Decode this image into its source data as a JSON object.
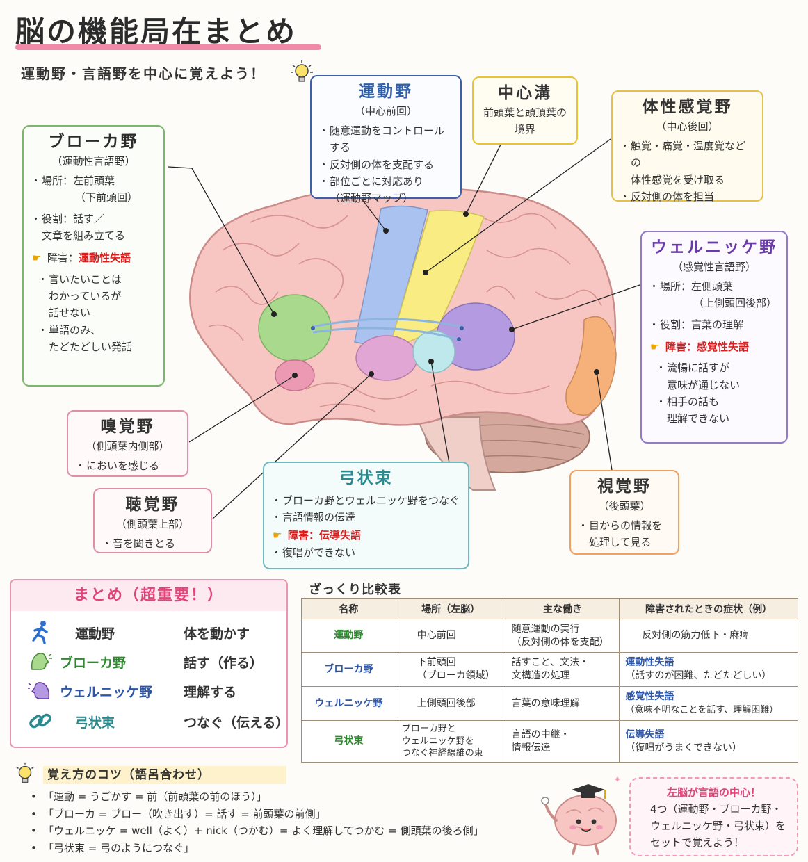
{
  "title": "脳の機能局在まとめ",
  "subtitle": "運動野・言語野を中心に覚えよう！",
  "boxes": {
    "broca": {
      "heading": "ブローカ野",
      "sub": "（運動性言語野）",
      "place_1": "場所：左前頭葉",
      "place_2": "（下前頭回）",
      "role_1": "役割：話す／",
      "role_2": "文章を組み立てる",
      "disorder_label": "障害：",
      "disorder_name": "運動性失語",
      "s1_1": "言いたいことは",
      "s1_2": "わかっているが",
      "s1_3": "話せない",
      "s2_1": "単語のみ、",
      "s2_2": "たどたどしい発話"
    },
    "motor": {
      "heading": "運動野",
      "sub": "（中心前回）",
      "items": [
        "随意運動をコントロールする",
        "反対側の体を支配する",
        "部位ごとに対応あり"
      ],
      "item_extra": "（運動野マップ）"
    },
    "central": {
      "heading": "中心溝",
      "line1": "前頭葉と頭頂葉の",
      "line2": "境界"
    },
    "soma": {
      "heading": "体性感覚野",
      "sub": "（中心後回）",
      "i1_1": "触覚・痛覚・温度覚などの",
      "i1_2": "体性感覚を受け取る",
      "i2": "反対側の体を担当"
    },
    "wernicke": {
      "heading": "ウェルニッケ野",
      "sub": "（感覚性言語野）",
      "place_1": "場所：左側頭葉",
      "place_2": "（上側頭回後部）",
      "role": "役割：言葉の理解",
      "disorder_label": "障害：",
      "disorder_name": "感覚性失語",
      "s1_1": "流暢に話すが",
      "s1_2": "意味が通じない",
      "s2_1": "相手の話も",
      "s2_2": "理解できない"
    },
    "olfactory": {
      "heading": "嗅覚野",
      "sub": "（側頭葉内側部）",
      "item": "においを感じる"
    },
    "auditory": {
      "heading": "聴覚野",
      "sub": "（側頭葉上部）",
      "item": "音を聞きとる"
    },
    "arcuate": {
      "heading": "弓状束",
      "items": [
        "ブローカ野とウェルニッケ野をつなぐ",
        "言語情報の伝達"
      ],
      "disorder_label": "障害：",
      "disorder_name": "伝導失語",
      "extra": "復唱ができない"
    },
    "visual": {
      "heading": "視覚野",
      "sub": "（後頭葉）",
      "item_1": "目からの情報を",
      "item_2": "処理して見る"
    }
  },
  "summary": {
    "heading": "まとめ（超重要！）",
    "rows": [
      {
        "name": "運動野",
        "desc": "体を動かす",
        "icon": "running-person-icon",
        "color": "#333333"
      },
      {
        "name": "ブローカ野",
        "desc": "話す（作る）",
        "icon": "speaking-head-icon",
        "color": "#2f8a2f"
      },
      {
        "name": "ウェルニッケ野",
        "desc": "理解する",
        "icon": "listening-head-icon",
        "color": "#2d55a8"
      },
      {
        "name": "弓状束",
        "desc": "つなぐ（伝える）",
        "icon": "chain-link-icon",
        "color": "#2a8a8f"
      }
    ]
  },
  "table": {
    "title": "ざっくり比較表",
    "headers": [
      "名称",
      "場所（左脳）",
      "主な働き",
      "障害されたときの症状（例）"
    ],
    "rows": [
      {
        "name": "運動野",
        "place_1": "中心前回",
        "place_2": "",
        "place_3": "",
        "func_1": "随意運動の実行",
        "func_2": "（反対側の体を支配）",
        "sym_1": "反対側の筋力低下・麻痺",
        "sym_2": ""
      },
      {
        "name": "ブローカ野",
        "place_1": "下前頭回",
        "place_2": "（ブローカ領域）",
        "place_3": "",
        "func_1": "話すこと、文法・",
        "func_2": "文構造の処理",
        "sym_1": "運動性失語",
        "sym_2": "（話すのが困難、たどたどしい）"
      },
      {
        "name": "ウェルニッケ野",
        "place_1": "上側頭回後部",
        "place_2": "",
        "place_3": "",
        "func_1": "言葉の意味理解",
        "func_2": "",
        "sym_1": "感覚性失語",
        "sym_2": "（意味不明なことを話す、理解困難）"
      },
      {
        "name": "弓状束",
        "place_1": "ブローカ野と",
        "place_2": "ウェルニッケ野を",
        "place_3": "つなぐ神経線維の束",
        "func_1": "言語の中継・",
        "func_2": "情報伝達",
        "sym_1": "伝導失語",
        "sym_2": "（復唱がうまくできない）"
      }
    ]
  },
  "tips": {
    "heading": "覚え方のコツ（語呂合わせ）",
    "items": [
      "「運動 = うごかす = 前（前頭葉の前のほう）」",
      "「ブローカ = ブロー（吹き出す）= 話す = 前頭葉の前側」",
      "「ウェルニッケ = well（よく）+ nick（つかむ）= よく理解してつかむ = 側頭葉の後ろ側」",
      "「弓状束 = 弓のようにつなぐ」"
    ]
  },
  "bubble": {
    "heading": "左脳が言語の中心！",
    "line1": "4つ（運動野・ブローカ野・",
    "line2": "ウェルニッケ野・弓状束）を",
    "line3": "セットで覚えよう！"
  },
  "colors": {
    "motor": "#a9c2ef",
    "soma": "#f8ec82",
    "broca": "#a9d98c",
    "wernicke": "#b49ae0",
    "auditory": "#e1a6d4",
    "olfactory": "#ec9ab3",
    "visual": "#f6b17a",
    "arcuate": "#bfe8ec",
    "brain": "#f7c6c3",
    "accent_pink": "#e0457a"
  }
}
